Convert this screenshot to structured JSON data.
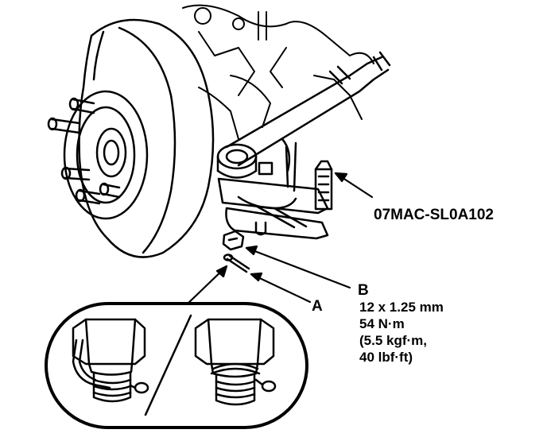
{
  "callouts": {
    "tool": "07MAC-SL0A102",
    "a": "A",
    "b": "B",
    "b_spec": [
      "12 x 1.25 mm",
      "54 N·m",
      "(5.5 kgf·m,",
      "40 lbf·ft)"
    ]
  },
  "colors": {
    "ink": "#000000",
    "paper": "#ffffff"
  }
}
